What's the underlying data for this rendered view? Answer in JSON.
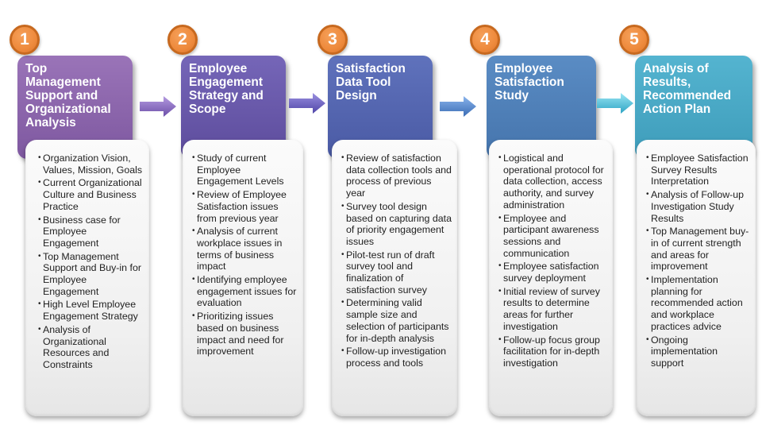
{
  "stages": [
    {
      "number": "1",
      "title": "Top Management Support and Organizational Analysis",
      "color": "#8c64a8",
      "items": [
        "Organization Vision, Values, Mission, Goals",
        "Current Organizational Culture and Business Practice",
        "Business case for Employee Engagement",
        "Top Management Support and Buy-in for Employee Engagement",
        "High Level Employee Engagement Strategy",
        "Analysis of Organizational Resources and Constraints"
      ]
    },
    {
      "number": "2",
      "title": "Employee Engagement Strategy and Scope",
      "color": "#6a58a8",
      "items": [
        "Study of current Employee Engagement Levels",
        "Review of Employee Satisfaction issues from previous year",
        "Analysis of current workplace issues in terms of business impact",
        "Identifying employee engagement issues for evaluation",
        "Prioritizing issues based on business impact and need for improvement"
      ]
    },
    {
      "number": "3",
      "title": "Satisfaction Data Tool Design",
      "color": "#5566b0",
      "items": [
        "Review of satisfaction data collection tools and process of previous year",
        "Survey tool design based on capturing data of priority engagement issues",
        "Pilot-test run of draft survey tool and finalization of satisfaction survey",
        "Determining valid sample size and selection of participants for in-depth analysis",
        "Follow-up investigation process and tools"
      ]
    },
    {
      "number": "4",
      "title": "Employee Satisfaction Study",
      "color": "#4a7fb8",
      "items": [
        "Logistical and operational protocol for data collection, access authority, and survey administration",
        "Employee and participant awareness sessions and communication",
        "Employee satisfaction survey deployment",
        "Initial review of survey results to determine areas for further investigation",
        "Follow-up focus group facilitation for in-depth investigation"
      ]
    },
    {
      "number": "5",
      "title": "Analysis of Results, Recommended Action Plan",
      "color": "#45a6c4",
      "items": [
        "Employee Satisfaction Survey Results Interpretation",
        "Analysis of Follow-up Investigation Study Results",
        "Top Management buy-in of current strength and areas for improvement",
        "Implementation planning for recommended action and workplace practices advice",
        "Ongoing implementation support"
      ]
    }
  ],
  "arrows": [
    {
      "from": "1",
      "to": "2",
      "color": "#8a6cc0"
    },
    {
      "from": "2",
      "to": "3",
      "color": "#6a60c0"
    },
    {
      "from": "3",
      "to": "4",
      "color": "#4f86cc"
    },
    {
      "from": "4",
      "to": "5",
      "color": "#4cc0dc"
    }
  ],
  "badge_color": "#ee8a3c"
}
